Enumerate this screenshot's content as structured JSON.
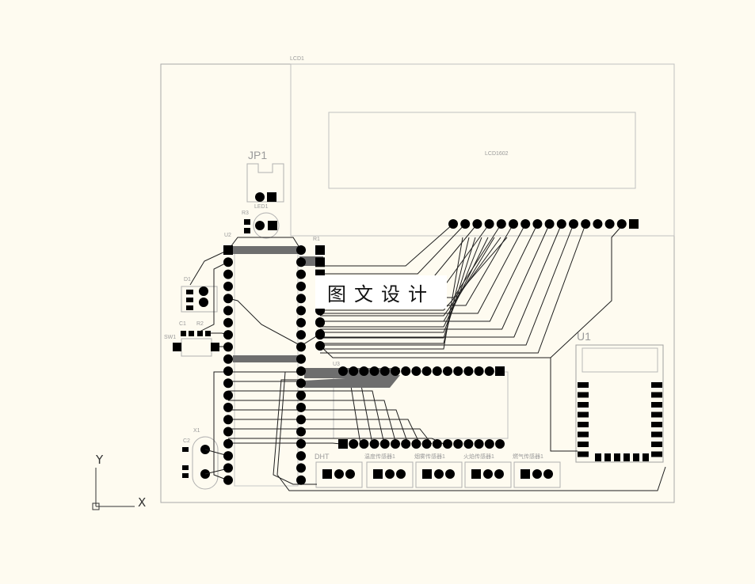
{
  "labels": {
    "lcd_ref": "LCD1",
    "lcd_body": "LCD1602",
    "jp1": "JP1",
    "led1": "LED1",
    "r3": "R3",
    "u2": "U2",
    "r1": "R1",
    "d1": "D1",
    "c1": "C1",
    "r2": "R2",
    "sw1": "SW1",
    "u3": "U3",
    "x1": "X1",
    "c2": "C2",
    "u1": "U1",
    "dht": "DHT",
    "s1": "温度传感器1",
    "s2": "烟雾传感器1",
    "s3": "火焰传感器1",
    "s4": "燃气传感器1"
  },
  "axes": {
    "y": "Y",
    "x": "X"
  },
  "watermark": "图文设计",
  "colors": {
    "background": "#fefbf0",
    "pad": "#000000",
    "trace": "#1e1e1e",
    "silk": "#9a9a9a",
    "copper_fill": "#6e6e6e"
  }
}
